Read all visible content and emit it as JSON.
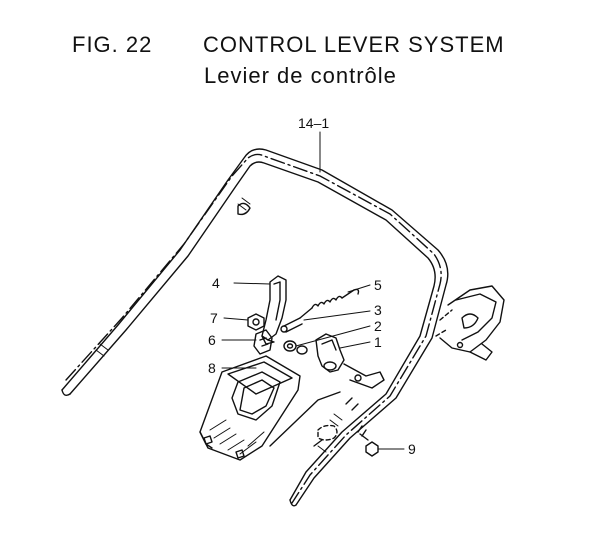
{
  "figure": {
    "number": "FIG. 22",
    "title": "CONTROL LEVER SYSTEM",
    "subtitle": "Levier de contrôle"
  },
  "callouts": [
    {
      "id": "handle",
      "label": "14–1"
    },
    {
      "id": "lever",
      "label": "4"
    },
    {
      "id": "spring",
      "label": "5"
    },
    {
      "id": "nut",
      "label": "7"
    },
    {
      "id": "rod-3",
      "label": "3"
    },
    {
      "id": "washer-2",
      "label": "2"
    },
    {
      "id": "bolt-6",
      "label": "6"
    },
    {
      "id": "bracket-1",
      "label": "1"
    },
    {
      "id": "cover",
      "label": "8"
    },
    {
      "id": "screw",
      "label": "9"
    }
  ],
  "colors": {
    "ink": "#111111",
    "background": "#ffffff"
  }
}
